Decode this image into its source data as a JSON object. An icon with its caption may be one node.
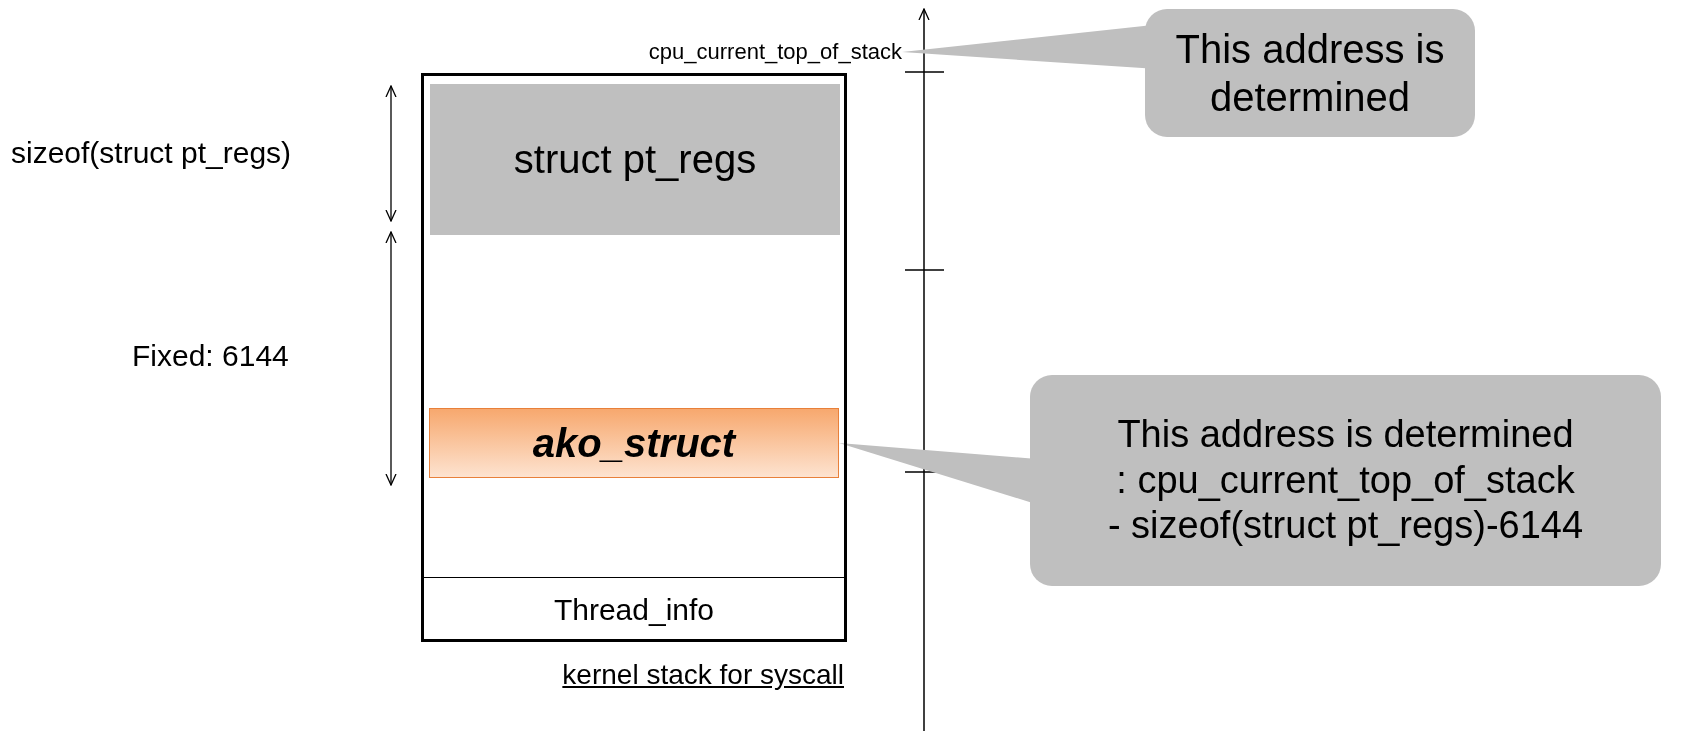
{
  "diagram": {
    "nodes": [
      {
        "text": [],
        "shape": "box",
        "beside": [
          "kernel stack for syscall"
        ]
      },
      {
        "text": [
          "struct pt_regs"
        ],
        "in": 0
      },
      {
        "text": [
          "ako_struct"
        ],
        "in": 0
      },
      {
        "text": [
          "Thread_info"
        ],
        "in": 0
      },
      {
        "text": [
          "cpu_current_top_of_stack"
        ]
      },
      {
        "text": [
          "This address is determined"
        ]
      },
      {
        "text": [
          "This address is determined",
          ": cpu_current_top_of_stack",
          "- sizeof(struct pt_regs)-6144"
        ]
      }
    ],
    "edges": [
      {
        "from": 5,
        "to": 4,
        "arrow": "none"
      },
      {
        "from": 6,
        "to": 2,
        "arrow": "none"
      }
    ],
    "labels": [
      "sizeof(struct pt_regs)",
      "Fixed: 6144"
    ]
  }
}
